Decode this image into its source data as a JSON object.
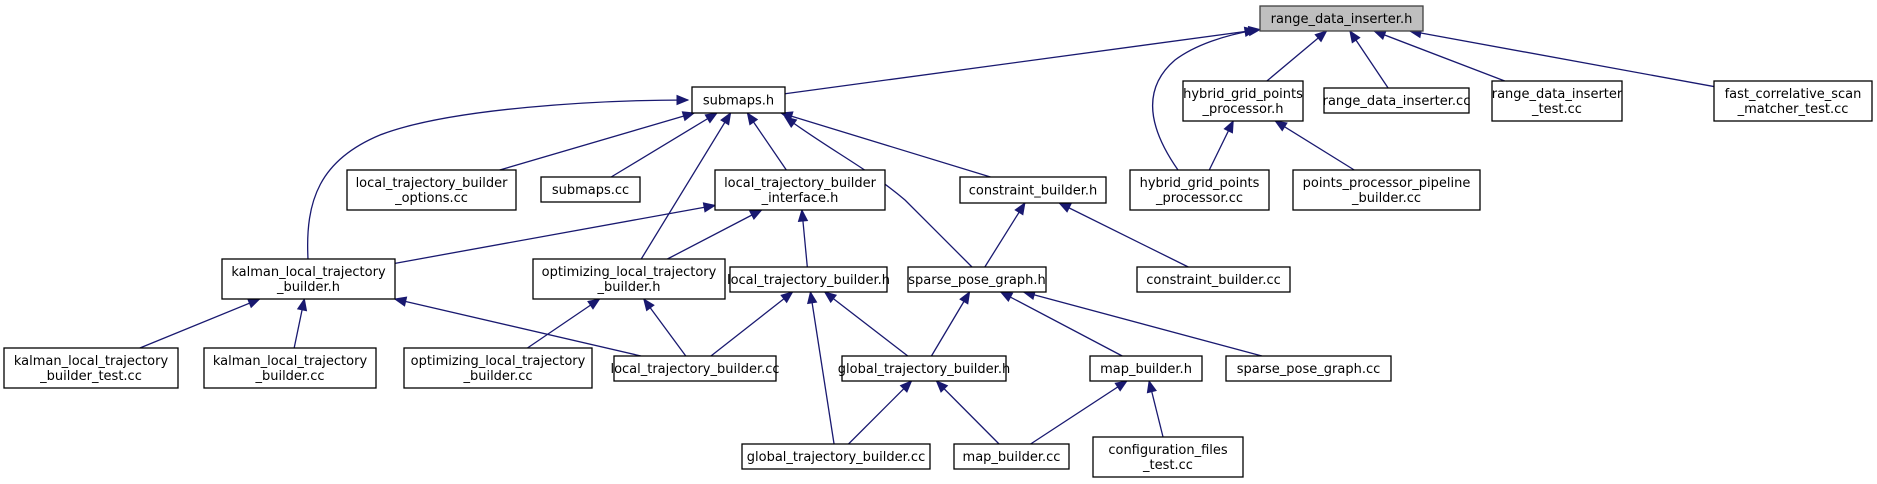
{
  "diagram": {
    "type": "include-dependency-graph",
    "root": "range_data_inserter.h",
    "colors": {
      "edge": "#191970",
      "root_fill": "#bfbfbf",
      "node_fill": "#ffffff",
      "node_border": "#000000"
    },
    "nodes": [
      {
        "id": "rdi_h",
        "lines": [
          "range_data_inserter.h"
        ],
        "root": true
      },
      {
        "id": "submaps_h",
        "lines": [
          "submaps.h"
        ]
      },
      {
        "id": "hgpp_h",
        "lines": [
          "hybrid_grid_points",
          "_processor.h"
        ]
      },
      {
        "id": "rdi_cc",
        "lines": [
          "range_data_inserter.cc"
        ]
      },
      {
        "id": "rdi_test",
        "lines": [
          "range_data_inserter",
          "_test.cc"
        ]
      },
      {
        "id": "fcsm_test",
        "lines": [
          "fast_correlative_scan",
          "_matcher_test.cc"
        ]
      },
      {
        "id": "ltbo_cc",
        "lines": [
          "local_trajectory_builder",
          "_options.cc"
        ]
      },
      {
        "id": "submaps_cc",
        "lines": [
          "submaps.cc"
        ]
      },
      {
        "id": "ltbi_h",
        "lines": [
          "local_trajectory_builder",
          "_interface.h"
        ]
      },
      {
        "id": "cb_h",
        "lines": [
          "constraint_builder.h"
        ]
      },
      {
        "id": "hgpp_cc",
        "lines": [
          "hybrid_grid_points",
          "_processor.cc"
        ]
      },
      {
        "id": "pppb_cc",
        "lines": [
          "points_processor_pipeline",
          "_builder.cc"
        ]
      },
      {
        "id": "kltb_h",
        "lines": [
          "kalman_local_trajectory",
          "_builder.h"
        ]
      },
      {
        "id": "oltb_h",
        "lines": [
          "optimizing_local_trajectory",
          "_builder.h"
        ]
      },
      {
        "id": "ltb_h",
        "lines": [
          "local_trajectory_builder.h"
        ]
      },
      {
        "id": "spg_h",
        "lines": [
          "sparse_pose_graph.h"
        ]
      },
      {
        "id": "cb_cc",
        "lines": [
          "constraint_builder.cc"
        ]
      },
      {
        "id": "kltb_test",
        "lines": [
          "kalman_local_trajectory",
          "_builder_test.cc"
        ]
      },
      {
        "id": "kltb_cc",
        "lines": [
          "kalman_local_trajectory",
          "_builder.cc"
        ]
      },
      {
        "id": "oltb_cc",
        "lines": [
          "optimizing_local_trajectory",
          "_builder.cc"
        ]
      },
      {
        "id": "ltb_cc",
        "lines": [
          "local_trajectory_builder.cc"
        ]
      },
      {
        "id": "gtb_h",
        "lines": [
          "global_trajectory_builder.h"
        ]
      },
      {
        "id": "mb_h",
        "lines": [
          "map_builder.h"
        ]
      },
      {
        "id": "spg_cc",
        "lines": [
          "sparse_pose_graph.cc"
        ]
      },
      {
        "id": "gtb_cc",
        "lines": [
          "global_trajectory_builder.cc"
        ]
      },
      {
        "id": "mb_cc",
        "lines": [
          "map_builder.cc"
        ]
      },
      {
        "id": "cft_cc",
        "lines": [
          "configuration_files",
          "_test.cc"
        ]
      }
    ],
    "edges": [
      {
        "from": "submaps_h",
        "to": "rdi_h"
      },
      {
        "from": "hgpp_h",
        "to": "rdi_h"
      },
      {
        "from": "hgpp_cc",
        "to": "rdi_h"
      },
      {
        "from": "rdi_cc",
        "to": "rdi_h"
      },
      {
        "from": "rdi_test",
        "to": "rdi_h"
      },
      {
        "from": "fcsm_test",
        "to": "rdi_h"
      },
      {
        "from": "kltb_h",
        "to": "submaps_h"
      },
      {
        "from": "ltbo_cc",
        "to": "submaps_h"
      },
      {
        "from": "submaps_cc",
        "to": "submaps_h"
      },
      {
        "from": "oltb_h",
        "to": "submaps_h"
      },
      {
        "from": "ltbi_h",
        "to": "submaps_h"
      },
      {
        "from": "spg_h",
        "to": "submaps_h"
      },
      {
        "from": "cb_h",
        "to": "submaps_h"
      },
      {
        "from": "hgpp_cc",
        "to": "hgpp_h"
      },
      {
        "from": "pppb_cc",
        "to": "hgpp_h"
      },
      {
        "from": "kltb_h",
        "to": "ltbi_h"
      },
      {
        "from": "oltb_h",
        "to": "ltbi_h"
      },
      {
        "from": "ltb_h",
        "to": "ltbi_h"
      },
      {
        "from": "spg_h",
        "to": "cb_h"
      },
      {
        "from": "cb_cc",
        "to": "cb_h"
      },
      {
        "from": "kltb_test",
        "to": "kltb_h"
      },
      {
        "from": "kltb_cc",
        "to": "kltb_h"
      },
      {
        "from": "ltb_cc",
        "to": "kltb_h"
      },
      {
        "from": "oltb_cc",
        "to": "oltb_h"
      },
      {
        "from": "ltb_cc",
        "to": "oltb_h"
      },
      {
        "from": "ltb_cc",
        "to": "ltb_h"
      },
      {
        "from": "gtb_h",
        "to": "ltb_h"
      },
      {
        "from": "gtb_cc",
        "to": "ltb_h"
      },
      {
        "from": "gtb_h",
        "to": "spg_h"
      },
      {
        "from": "mb_h",
        "to": "spg_h"
      },
      {
        "from": "spg_cc",
        "to": "spg_h"
      },
      {
        "from": "gtb_cc",
        "to": "gtb_h"
      },
      {
        "from": "mb_cc",
        "to": "gtb_h"
      },
      {
        "from": "mb_cc",
        "to": "mb_h"
      },
      {
        "from": "cft_cc",
        "to": "mb_h"
      }
    ]
  }
}
